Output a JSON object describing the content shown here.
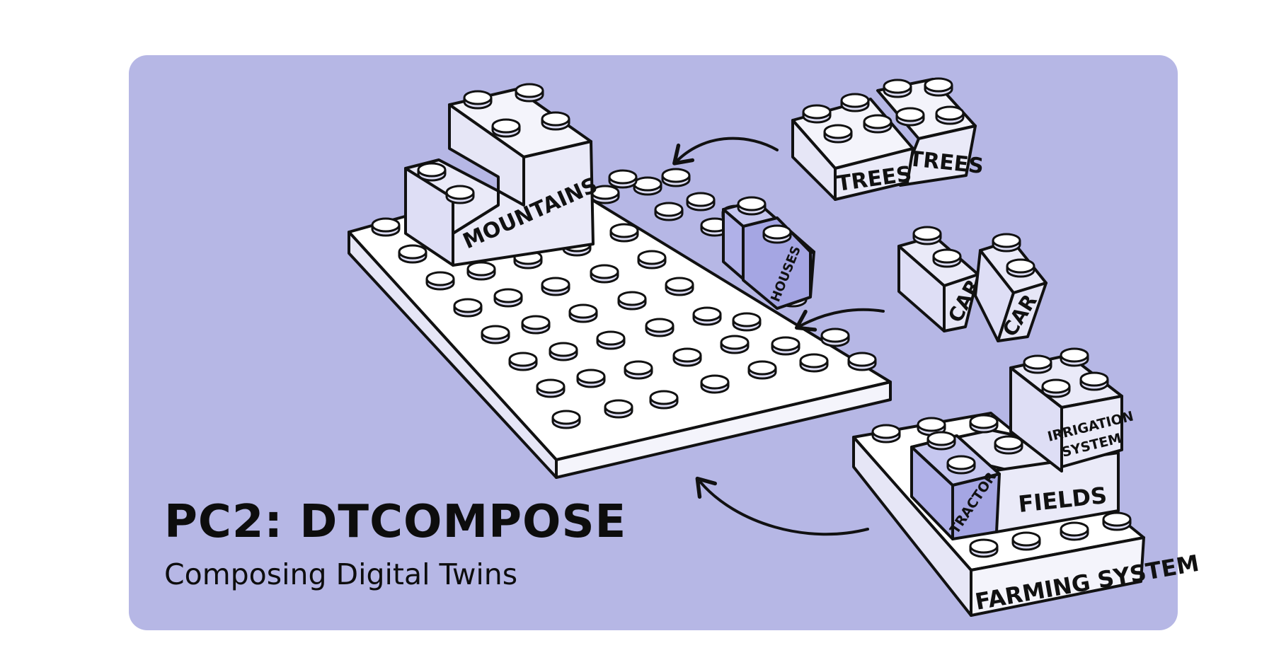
{
  "title": "PC2: DTCOMPOSE",
  "subtitle": "Composing Digital Twins",
  "labels": {
    "mountains": "MOUNTAINS",
    "houses": "HOUSES",
    "trees_left": "TREES",
    "trees_right": "TREES",
    "car_left": "CAR",
    "car_right": "CAR",
    "irrigation_line1": "IRRIGATION",
    "irrigation_line2": "SYSTEM",
    "fields": "FIELDS",
    "tractor": "TRACTOR",
    "farming_system": "FARMING SYSTEM"
  },
  "colors": {
    "background": "#b6b7e5",
    "brick_light": "#eaeaf8",
    "brick_shade": "#c6c7ef",
    "brick_dark": "#a5a6e3",
    "outline": "#111111"
  },
  "icons": [
    "lego-baseplate-icon",
    "lego-brick-icon",
    "curved-arrow-icon"
  ]
}
